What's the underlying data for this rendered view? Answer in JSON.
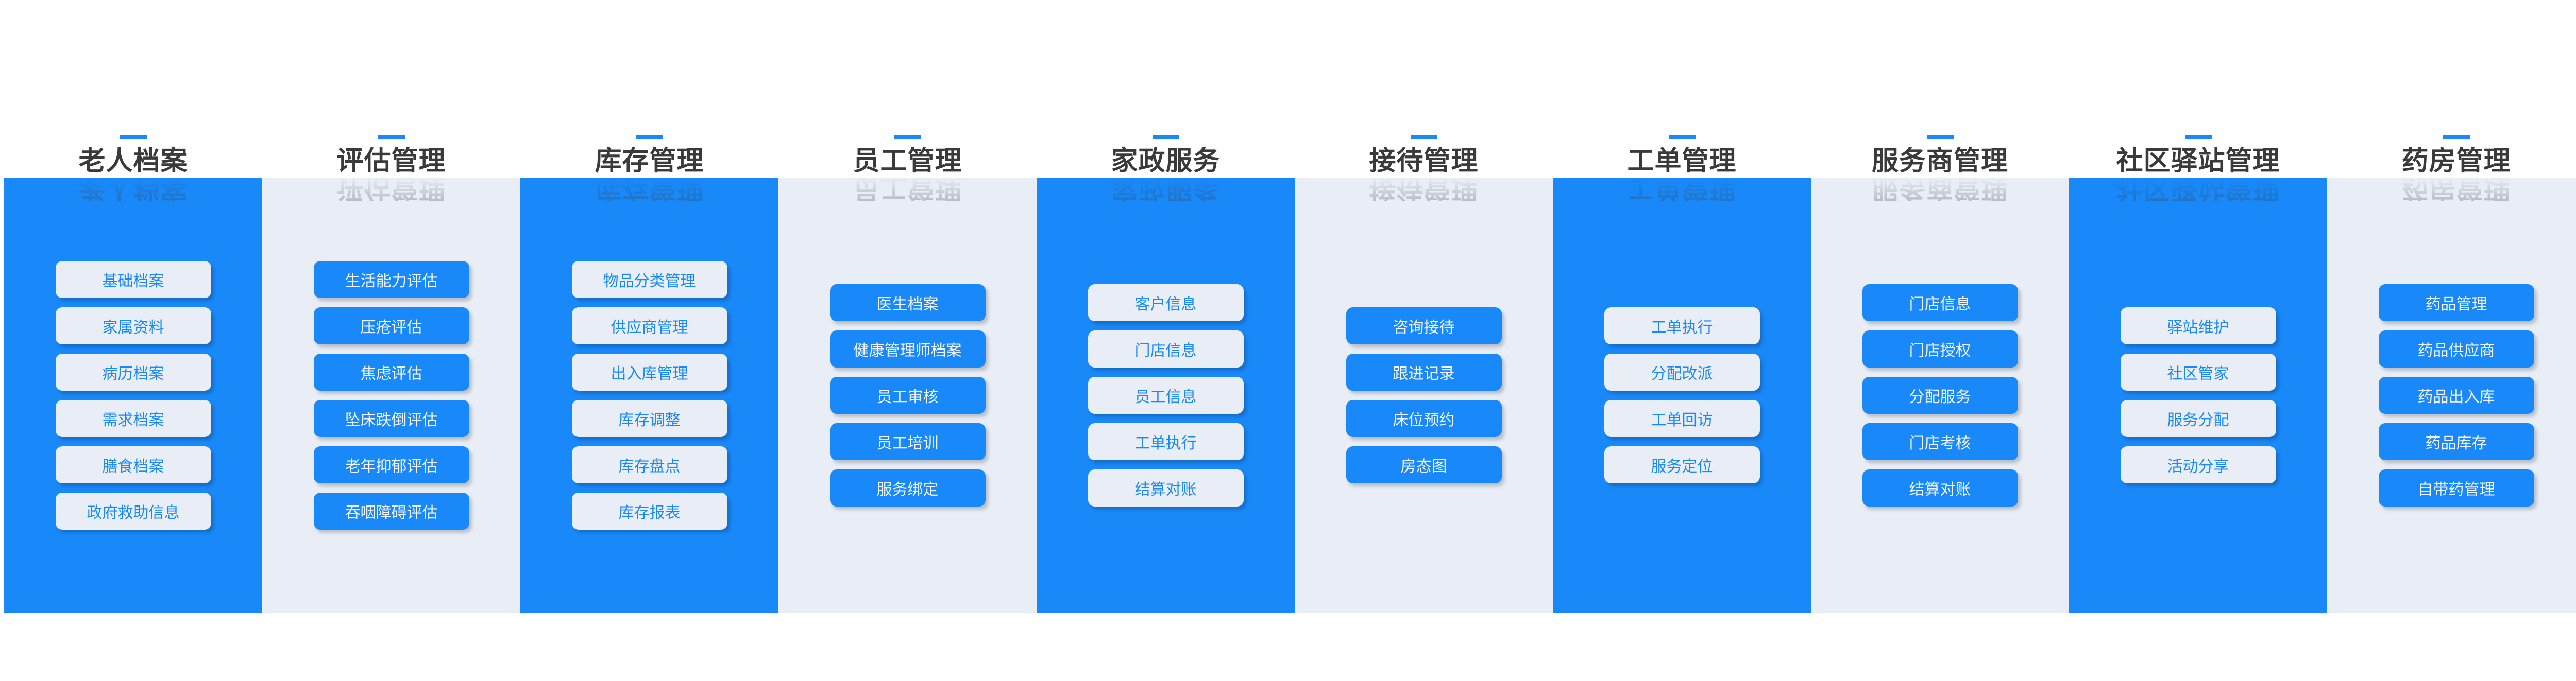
{
  "colors": {
    "brand_blue": "#1989fa",
    "panel_light": "#e8edf6",
    "title_dark": "#3a3a3a",
    "page_bg": "#ffffff"
  },
  "columns": [
    {
      "title": "老人档案",
      "panel_style": "blue",
      "items": [
        "基础档案",
        "家属资料",
        "病历档案",
        "需求档案",
        "膳食档案",
        "政府救助信息"
      ]
    },
    {
      "title": "评估管理",
      "panel_style": "light",
      "items": [
        "生活能力评估",
        "压疮评估",
        "焦虑评估",
        "坠床跌倒评估",
        "老年抑郁评估",
        "吞咽障碍评估"
      ]
    },
    {
      "title": "库存管理",
      "panel_style": "blue",
      "items": [
        "物品分类管理",
        "供应商管理",
        "出入库管理",
        "库存调整",
        "库存盘点",
        "库存报表"
      ]
    },
    {
      "title": "员工管理",
      "panel_style": "light",
      "items": [
        "医生档案",
        "健康管理师档案",
        "员工审核",
        "员工培训",
        "服务绑定"
      ]
    },
    {
      "title": "家政服务",
      "panel_style": "blue",
      "items": [
        "客户信息",
        "门店信息",
        "员工信息",
        "工单执行",
        "结算对账"
      ]
    },
    {
      "title": "接待管理",
      "panel_style": "light",
      "items": [
        "咨询接待",
        "跟进记录",
        "床位预约",
        "房态图"
      ]
    },
    {
      "title": "工单管理",
      "panel_style": "blue",
      "items": [
        "工单执行",
        "分配改派",
        "工单回访",
        "服务定位"
      ]
    },
    {
      "title": "服务商管理",
      "panel_style": "light",
      "items": [
        "门店信息",
        "门店授权",
        "分配服务",
        "门店考核",
        "结算对账"
      ]
    },
    {
      "title": "社区驿站管理",
      "panel_style": "blue",
      "items": [
        "驿站维护",
        "社区管家",
        "服务分配",
        "活动分享"
      ]
    },
    {
      "title": "药房管理",
      "panel_style": "light",
      "items": [
        "药品管理",
        "药品供应商",
        "药品出入库",
        "药品库存",
        "自带药管理"
      ]
    }
  ]
}
